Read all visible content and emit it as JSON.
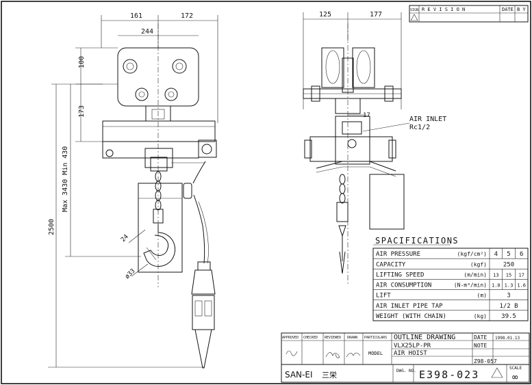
{
  "dimensions": {
    "top_left": "161",
    "top_right": "172",
    "trolley_width": "244",
    "trolley_height": "100",
    "body_height": "173",
    "range": "Max 3430 Min 430",
    "overall": "2500",
    "hook_throat": "24",
    "hook_dia": "ø33",
    "side_left": "125",
    "side_right": "177",
    "inlet_offset": "17"
  },
  "air_inlet": {
    "label": "AIR INLET",
    "thread": "Rc1/2"
  },
  "revision_table": {
    "sign": "SIGN",
    "revision": "R E V I S I O N",
    "date": "DATE",
    "by": "B Y"
  },
  "specifications": {
    "title": "SPACIFICATIONS",
    "rows": [
      {
        "label": "AIR PRESSURE",
        "unit": "(kgf/cm²)",
        "values": [
          "4",
          "5",
          "6"
        ]
      },
      {
        "label": "CAPACITY",
        "unit": "(kgf)",
        "values": [
          "250"
        ]
      },
      {
        "label": "LIFTING SPEED",
        "unit": "(m/min)",
        "values": [
          "13",
          "15",
          "17"
        ]
      },
      {
        "label": "AIR CONSUMPTION",
        "unit": "(N-m³/min)",
        "values": [
          "1.0",
          "1.3",
          "1.6"
        ]
      },
      {
        "label": "LIFT",
        "unit": "(m)",
        "values": [
          "3"
        ]
      },
      {
        "label": "AIR INLET PIPE TAP",
        "unit": "",
        "values": [
          "1/2 B"
        ]
      },
      {
        "label": "WEIGHT (WITH CHAIN)",
        "unit": "(kg)",
        "values": [
          "39.5"
        ]
      }
    ]
  },
  "title_block": {
    "approved": "APPROVED",
    "checked": "CHECKED",
    "reviewed": "REVIEWED",
    "drawn": "DRAWN",
    "particulars": "PARTICULARS",
    "drawing_title": "OUTLINE DRAWING",
    "model_label": "MODEL",
    "model": "VLX25LP-PR",
    "product": "AIR HOIST",
    "date_label": "DATE",
    "date": "1998.01.13",
    "note_label": "NOTE",
    "note": "Z98-057",
    "company": "SAN-EI",
    "company_jp": "三栄",
    "dwg_label": "DWG. NO.",
    "dwg_no": "E398-023",
    "scale_label": "SCALE",
    "scale": "∞"
  }
}
